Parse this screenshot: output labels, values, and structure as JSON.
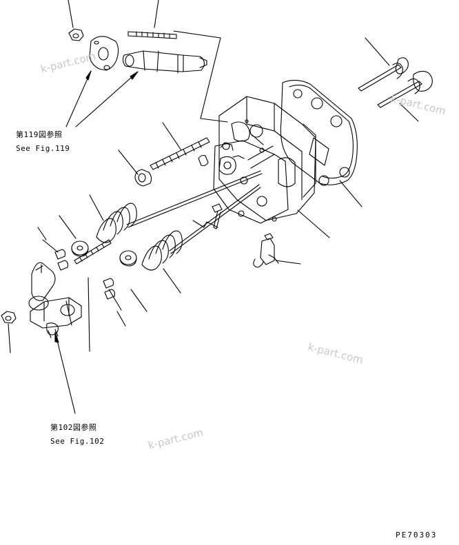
{
  "references": [
    {
      "jp": "第119図参照",
      "en": "See Fig.119"
    },
    {
      "jp": "第102図参照",
      "en": "See Fig.102"
    }
  ],
  "watermarks": [
    "k-part.com",
    "k-part.com",
    "k-part.com",
    "k-part.com"
  ],
  "drawing_code": "PE70303"
}
